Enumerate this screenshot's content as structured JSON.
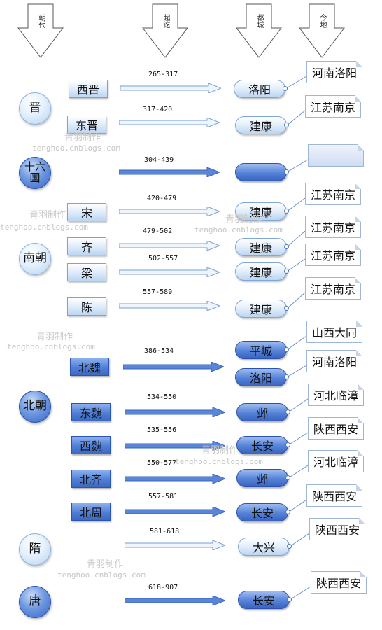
{
  "headers": [
    {
      "key": "dynasty",
      "label": "朝代"
    },
    {
      "key": "years",
      "label": "起讫"
    },
    {
      "key": "capital",
      "label": "都城"
    },
    {
      "key": "location",
      "label": "今地"
    }
  ],
  "dynasty_groups": [
    {
      "name": "晋",
      "style": "light"
    },
    {
      "name": "十六国",
      "style": "dark"
    },
    {
      "name": "南朝",
      "style": "light"
    },
    {
      "name": "北朝",
      "style": "dark"
    },
    {
      "name": "隋",
      "style": "light"
    },
    {
      "name": "唐",
      "style": "dark"
    }
  ],
  "rows": [
    {
      "dynasty": "西晋",
      "years": "265-317",
      "capital": "洛阳",
      "location": "河南洛阳",
      "style": "light"
    },
    {
      "dynasty": "东晋",
      "years": "317-420",
      "capital": "建康",
      "location": "江苏南京",
      "style": "light"
    },
    {
      "dynasty": "",
      "years": "304-439",
      "capital": "",
      "location": "",
      "style": "dark"
    },
    {
      "dynasty": "宋",
      "years": "420-479",
      "capital": "建康",
      "location": "江苏南京",
      "style": "light"
    },
    {
      "dynasty": "齐",
      "years": "479-502",
      "capital": "建康",
      "location": "江苏南京",
      "style": "light"
    },
    {
      "dynasty": "梁",
      "years": "502-557",
      "capital": "建康",
      "location": "江苏南京",
      "style": "light"
    },
    {
      "dynasty": "陈",
      "years": "557-589",
      "capital": "建康",
      "location": "江苏南京",
      "style": "light"
    },
    {
      "dynasty": "北魏",
      "years": "386-534",
      "capital": "平城",
      "location": "山西大同",
      "style": "dark"
    },
    {
      "dynasty": "",
      "years": "",
      "capital": "洛阳",
      "location": "河南洛阳",
      "style": "dark"
    },
    {
      "dynasty": "东魏",
      "years": "534-550",
      "capital": "邺",
      "location": "河北临漳",
      "style": "dark"
    },
    {
      "dynasty": "西魏",
      "years": "535-556",
      "capital": "长安",
      "location": "陕西西安",
      "style": "dark"
    },
    {
      "dynasty": "北齐",
      "years": "550-577",
      "capital": "邺",
      "location": "河北临漳",
      "style": "dark"
    },
    {
      "dynasty": "北周",
      "years": "557-581",
      "capital": "长安",
      "location": "陕西西安",
      "style": "dark"
    },
    {
      "dynasty": "",
      "years": "581-618",
      "capital": "大兴",
      "location": "陕西西安",
      "style": "light"
    },
    {
      "dynasty": "",
      "years": "618-907",
      "capital": "长安",
      "location": "陕西西安",
      "style": "dark"
    }
  ],
  "watermark": {
    "cn": "青羽制作",
    "en": "tenghoo.cnblogs.com"
  },
  "colors": {
    "light_arrow": "#eef5fd",
    "dark_arrow": "#5a86d8",
    "outline": "#7a9fd0"
  }
}
